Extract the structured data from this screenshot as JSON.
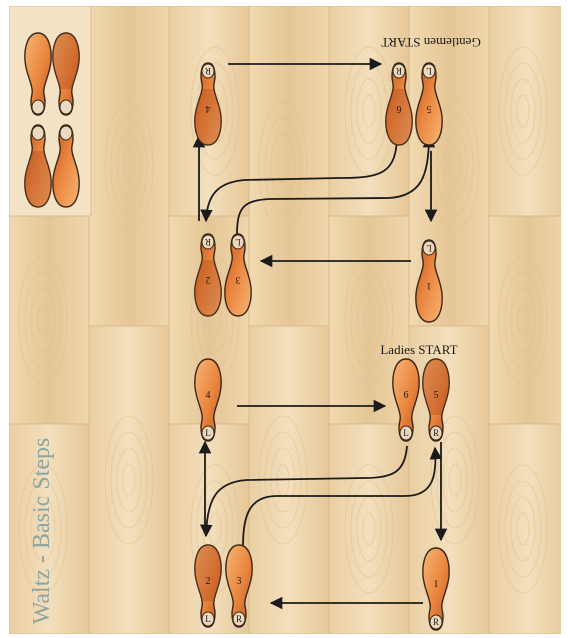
{
  "title": "Waltz - Basic Steps",
  "gentlemen_label": "Gentlemen START",
  "ladies_label": "Ladies START",
  "colors": {
    "wood_light": "#efd9b3",
    "wood_mid": "#e4c594",
    "wood_dark": "#cda774",
    "shoe_light": "#f3a661",
    "shoe_dark": "#c8602a",
    "shoe_outline": "#3a2716",
    "heel_fill": "#e7dccd",
    "arrow": "#1b1b1b",
    "title_color": "#8fa6a0"
  },
  "legend": {
    "top_pair": [
      "",
      ""
    ],
    "bottom_pair": [
      "",
      ""
    ]
  },
  "gentlemen": {
    "steps": [
      {
        "number": "1",
        "side": "L"
      },
      {
        "number": "2",
        "side": "R"
      },
      {
        "number": "3",
        "side": "L"
      },
      {
        "number": "4",
        "side": "R"
      },
      {
        "number": "5",
        "side": "L"
      },
      {
        "number": "6",
        "side": "R"
      }
    ]
  },
  "ladies": {
    "steps": [
      {
        "number": "1",
        "side": "R"
      },
      {
        "number": "2",
        "side": "L"
      },
      {
        "number": "3",
        "side": "R"
      },
      {
        "number": "4",
        "side": "L"
      },
      {
        "number": "5",
        "side": "R"
      },
      {
        "number": "6",
        "side": "L"
      }
    ]
  }
}
